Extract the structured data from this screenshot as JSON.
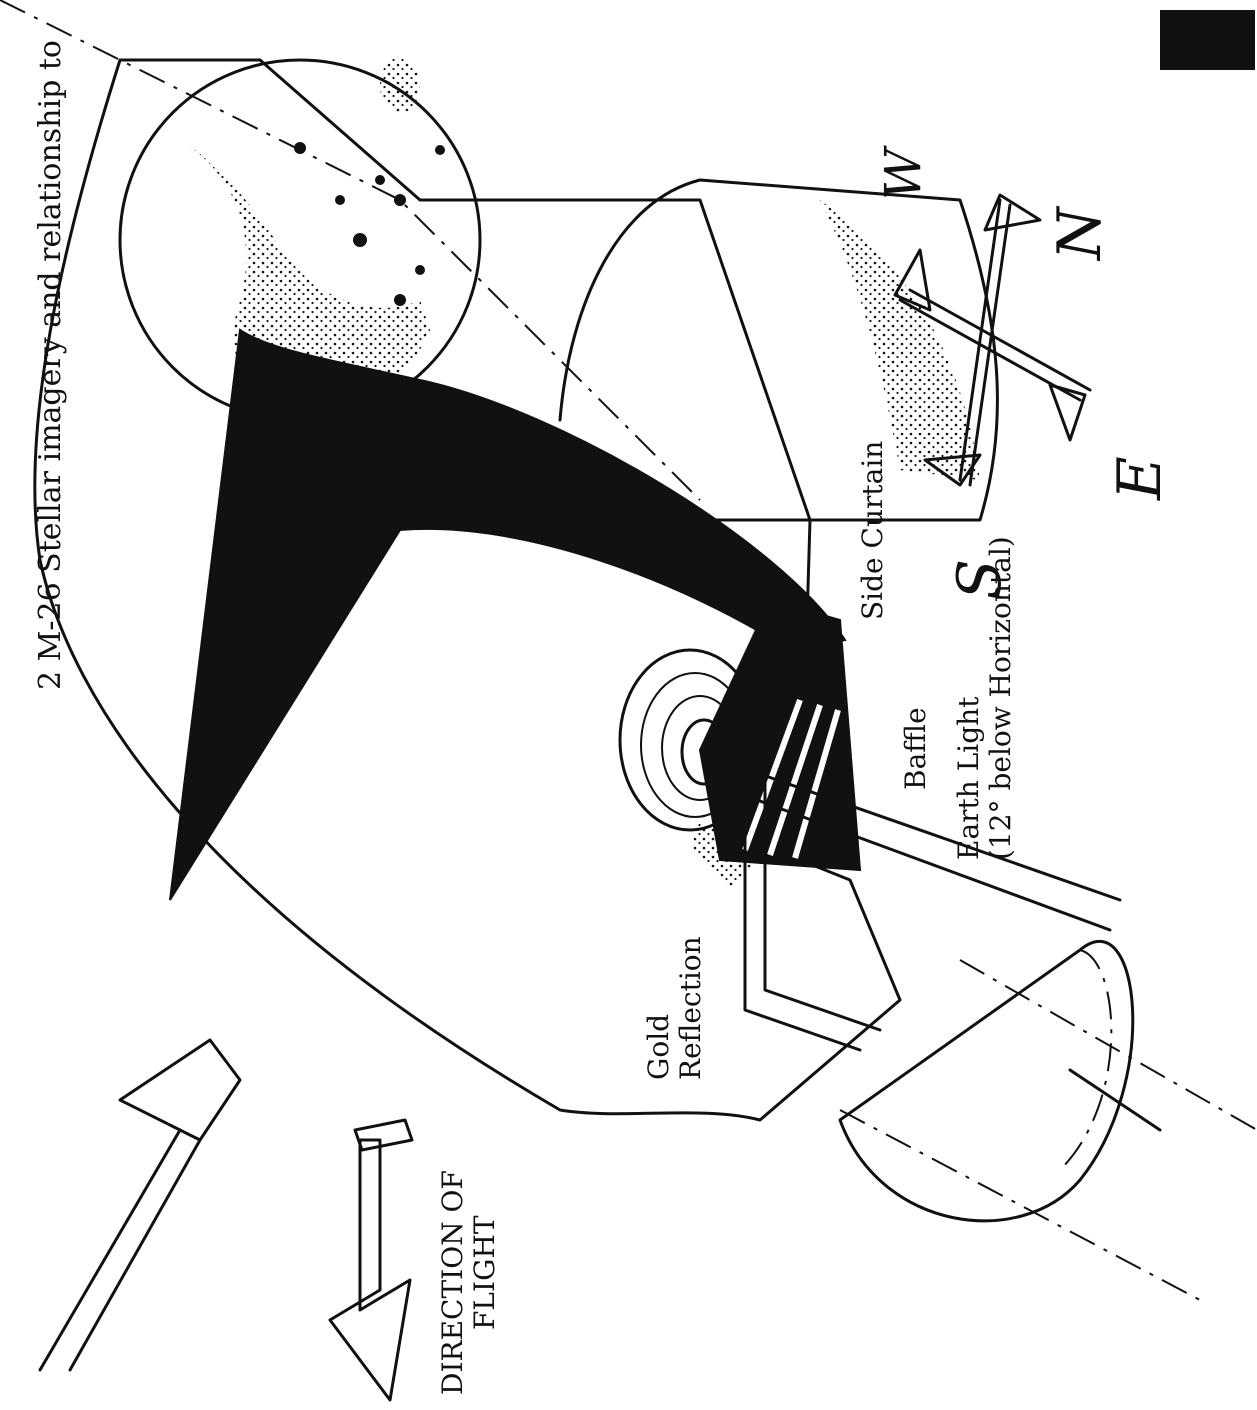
{
  "caption": "2   M-26 Stellar imagery and relationship to",
  "labels": {
    "side_curtain": "Side Curtain",
    "baffle": "Baffle",
    "earth_light_line1": "Earth Light",
    "earth_light_line2": "(12° below Horizontal)",
    "gold_line1": "Gold",
    "gold_line2": "Reflection",
    "direction_line1": "DIRECTION OF",
    "direction_line2": "FLIGHT"
  },
  "compass": {
    "north": "N",
    "south": "S",
    "east": "E",
    "west": "W"
  }
}
